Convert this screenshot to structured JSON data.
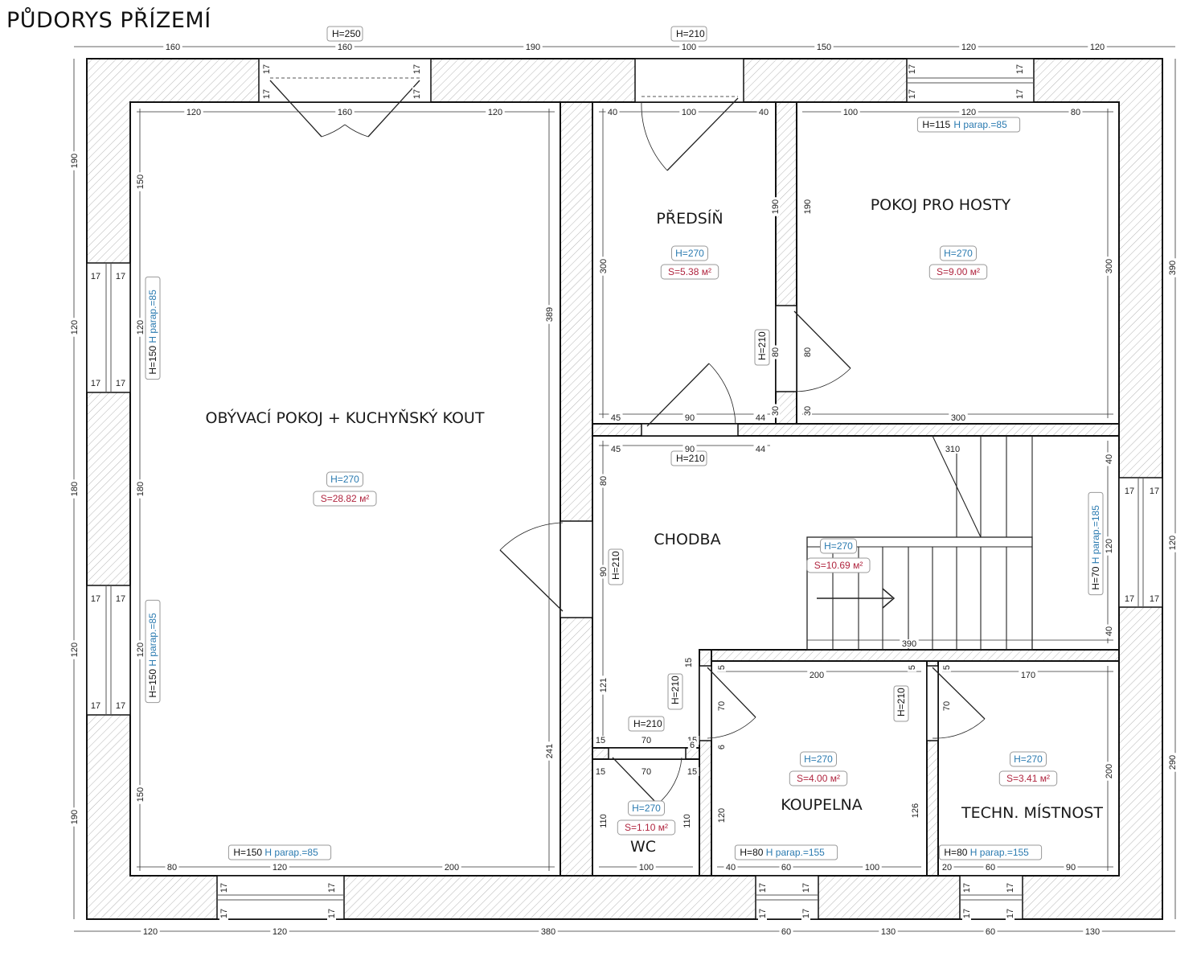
{
  "title": "PŮDORYS PŘÍZEMÍ",
  "colors": {
    "height_tag": "#2a7ab0",
    "area_tag": "#b0253f",
    "wall": "#111111",
    "parapet_tag": "#2a7ab0"
  },
  "rooms": [
    {
      "name": "OBÝVACÍ POKOJ + KUCHYŇSKÝ KOUT",
      "height": "H=270",
      "area": "S=28.82 м²"
    },
    {
      "name": "PŘEDSÍŇ",
      "height": "H=270",
      "area": "S=5.38 м²"
    },
    {
      "name": "POKOJ PRO HOSTY",
      "height": "H=270",
      "area": "S=9.00 м²"
    },
    {
      "name": "CHODBA",
      "height": "H=270",
      "area": "S=10.69 м²"
    },
    {
      "name": "WC",
      "height": "H=270",
      "area": "S=1.10 м²"
    },
    {
      "name": "KOUPELNA",
      "height": "H=270",
      "area": "S=4.00 м²"
    },
    {
      "name": "TECHN. MÍSTNOST",
      "height": "H=270",
      "area": "S=3.41 м²"
    }
  ],
  "openings": [
    {
      "h": "H=250"
    },
    {
      "h": "H=210"
    },
    {
      "h": "H=115",
      "parapet": "H parap.=85"
    },
    {
      "h": "H=150",
      "parapet": "H parap.=85"
    },
    {
      "h": "H=150",
      "parapet": "H parap.=85"
    },
    {
      "h": "H=210"
    },
    {
      "h": "H=210"
    },
    {
      "h": "H=210"
    },
    {
      "h": "H=70",
      "parapet": "H parap.=185"
    },
    {
      "h": "H=210"
    },
    {
      "h": "H=210"
    },
    {
      "h": "H=210"
    },
    {
      "h": "H=150",
      "parapet": "H parap.=85"
    },
    {
      "h": "H=80",
      "parapet": "H parap.=155"
    },
    {
      "h": "H=80",
      "parapet": "H parap.=155"
    }
  ],
  "dimensions": {
    "top_outer": [
      "160",
      "160",
      "190",
      "100",
      "150",
      "120",
      "120"
    ],
    "top_inner": [
      "120",
      "160",
      "120",
      "40",
      "100",
      "40",
      "100",
      "120",
      "80"
    ],
    "bottom_outer": [
      "120",
      "120",
      "380",
      "60",
      "130",
      "60",
      "130"
    ],
    "bottom_inner": [
      "80",
      "120",
      "200",
      "100",
      "40",
      "60",
      "100",
      "20",
      "60",
      "90"
    ],
    "left_outer": [
      "190",
      "120",
      "180",
      "120",
      "190"
    ],
    "left_inner": [
      "150",
      "120",
      "180",
      "120",
      "150"
    ],
    "right_outer": [
      "390",
      "120",
      "290"
    ],
    "jamb": "17",
    "misc": [
      "389",
      "241",
      "300",
      "190",
      "80",
      "30",
      "300",
      "190",
      "80",
      "30",
      "300",
      "300",
      "45",
      "90",
      "44",
      "45",
      "90",
      "44",
      "310",
      "80",
      "90",
      "121",
      "40",
      "120",
      "40",
      "390",
      "200",
      "170",
      "15",
      "5",
      "5",
      "5",
      "70",
      "70",
      "6",
      "120",
      "126",
      "200",
      "15",
      "70",
      "15",
      "15",
      "70",
      "15",
      "6",
      "110",
      "110"
    ]
  }
}
